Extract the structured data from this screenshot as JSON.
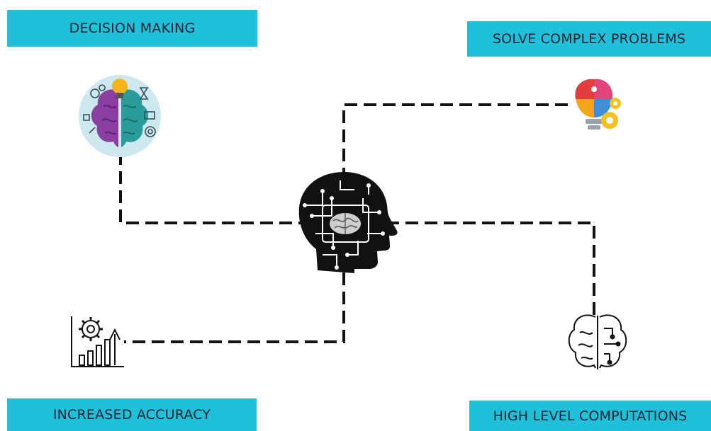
{
  "labels": {
    "top_left": "DECISION MAKING",
    "top_right": "SOLVE COMPLEX PROBLEMS",
    "bottom_left": "INCREASED ACCURACY",
    "bottom_right": "HIGH LEVEL COMPUTATIONS"
  },
  "icons": {
    "center": "ai-circuit-head-icon",
    "top_left": "colorful-brain-bulb-icon",
    "top_right": "puzzle-bulb-gears-icon",
    "bottom_left": "gear-bar-chart-growth-icon",
    "bottom_right": "brain-circuit-outline-icon"
  },
  "colors": {
    "label_background": "#1fc0da",
    "label_text": "#1a2230",
    "connector": "#111111"
  }
}
